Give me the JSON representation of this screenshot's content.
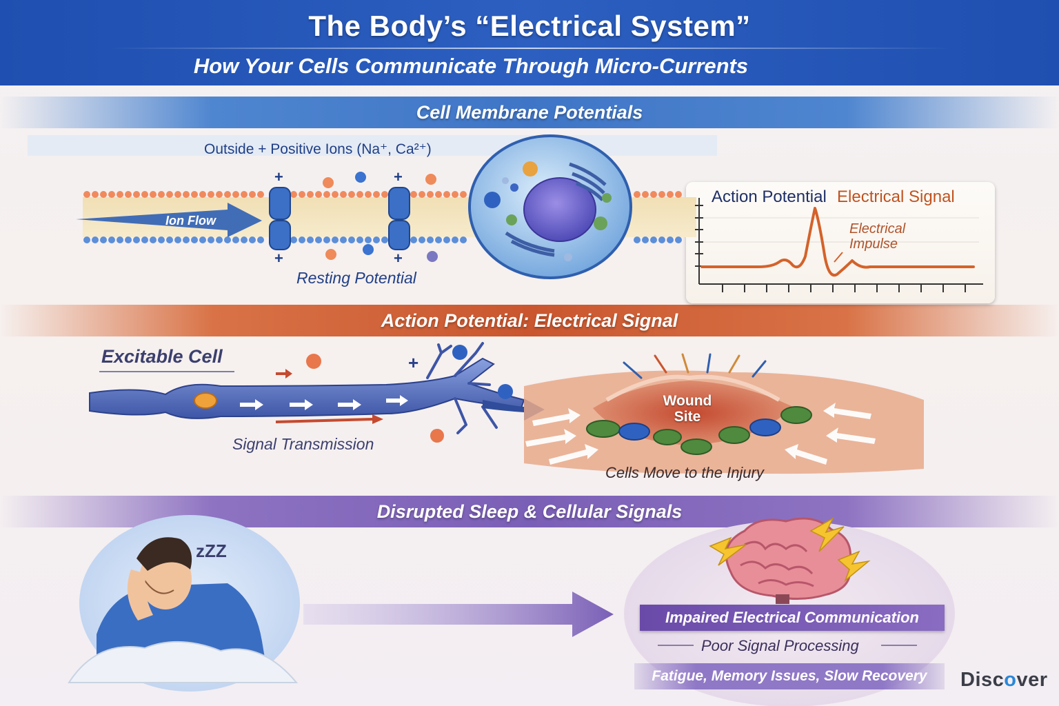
{
  "header": {
    "title": "The Body’s “Electrical System”",
    "subtitle": "How Your Cells Communicate Through Micro-Currents"
  },
  "section1": {
    "heading": "Cell Membrane Potentials",
    "outside_label": "Outside + Positive Ions (Na⁺, Ca²⁺)",
    "ion_flow_label": "Ion Flow",
    "resting_label": "Resting Potential",
    "chart": {
      "title_part1": "Action Potential",
      "title_part2": "Electrical Signal",
      "annotation": "Electrical Impulse"
    }
  },
  "section2": {
    "heading": "Action Potential: Electrical Signal",
    "excitable_label": "Excitable Cell",
    "signal_label": "Signal Transmission",
    "wound_label": "Wound Site",
    "cells_label": "Cells Move to the Injury"
  },
  "section3": {
    "heading": "Disrupted Sleep & Cellular Signals",
    "zzz": "zZZ",
    "impaired_label": "Impaired Electrical Communication",
    "poor_label": "Poor Signal Processing",
    "effects_label": "Fatigue, Memory Issues, Slow Recovery"
  },
  "logo": {
    "pre": "Disc",
    "o": "o",
    "post": "ver"
  },
  "colors": {
    "header_blue": "#2c5fc0",
    "membrane_blue": "#3f75c6",
    "signal_orange": "#c9562e",
    "sleep_purple": "#7a5fb6"
  }
}
